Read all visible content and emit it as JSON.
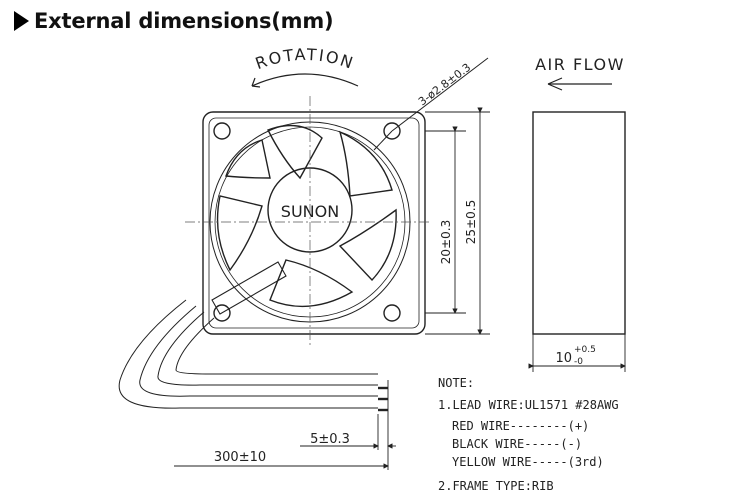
{
  "heading": "External dimensions(mm)",
  "rotation_label": "ROTATION",
  "brand": "SUNON",
  "airflow_label": "AIR FLOW",
  "hole_spec": "3-ø2.8±0.3",
  "dim_inner": "20±0.3",
  "dim_outer": "25±0.5",
  "dim_thickness": "10+0.5-0",
  "dim_thickness_main": "10",
  "dim_thickness_up": "+0.5",
  "dim_thickness_low": "-0",
  "dim_wire_length": "300±10",
  "dim_strip": "5±0.3",
  "notes": {
    "title": "NOTE:",
    "lead_wire": "1.LEAD WIRE:UL1571 #28AWG",
    "red": "RED WIRE--------(+)",
    "black": "BLACK WIRE-----(-)",
    "yellow": "YELLOW WIRE-----(3rd)",
    "frame": "2.FRAME TYPE:RIB"
  }
}
